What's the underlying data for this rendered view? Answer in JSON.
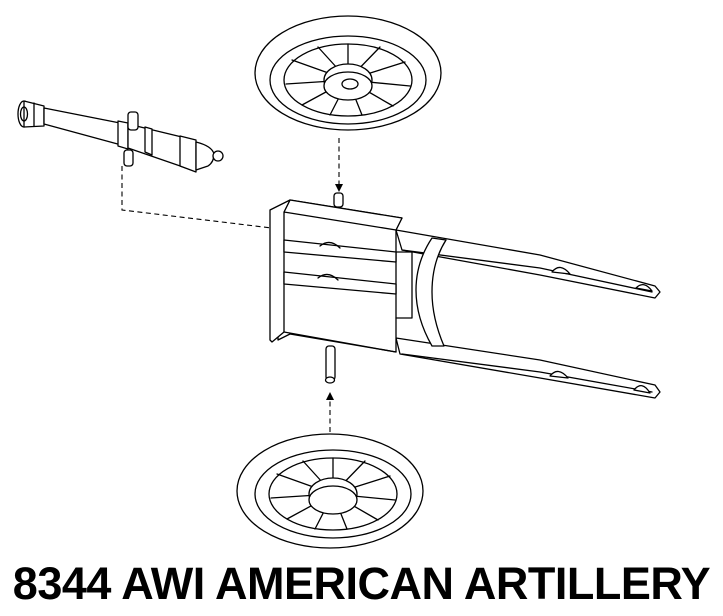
{
  "caption": "8344 AWI AMERICAN ARTILLERY",
  "colors": {
    "line": "#000000",
    "background": "#ffffff"
  },
  "parts": [
    {
      "name": "cannon-barrel",
      "icon": "cannon-barrel-icon"
    },
    {
      "name": "wheel-top",
      "icon": "wheel-icon"
    },
    {
      "name": "carriage",
      "icon": "gun-carriage-icon"
    },
    {
      "name": "wheel-bottom",
      "icon": "wheel-icon"
    }
  ]
}
